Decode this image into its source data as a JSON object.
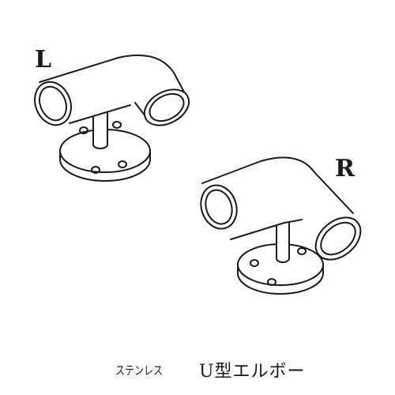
{
  "variants": {
    "left": {
      "label": "L"
    },
    "right": {
      "label": "R"
    }
  },
  "caption": {
    "material": "ステンレス",
    "product": "U型エルボー"
  },
  "colors": {
    "ink": "#1a1a1a",
    "background": "#ffffff"
  }
}
